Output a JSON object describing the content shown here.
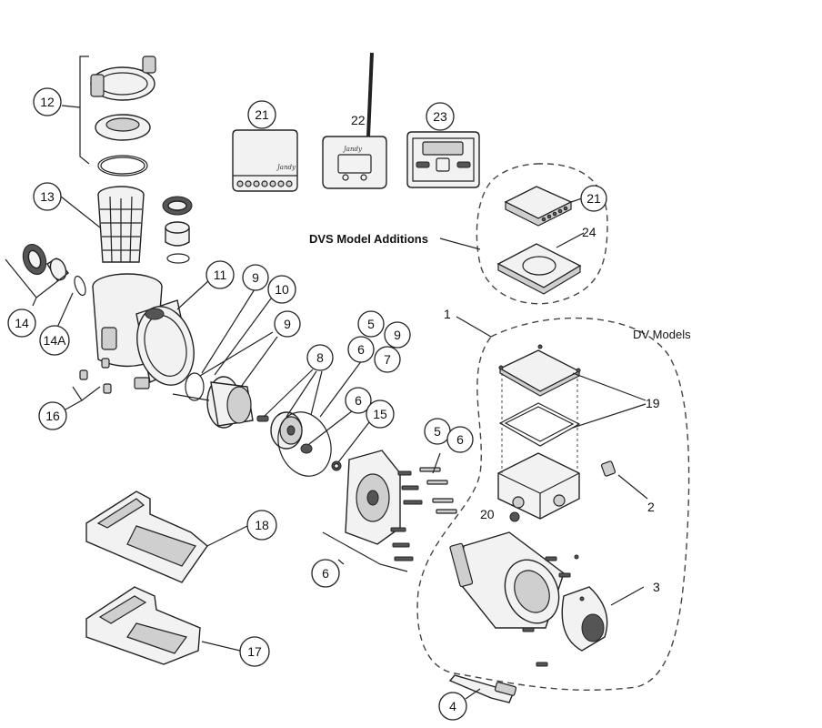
{
  "diagram": {
    "labels": {
      "dvs_additions": "DVS Model Additions",
      "dv_models": "DV Models"
    },
    "callouts": {
      "c12": "12",
      "c13": "13",
      "c14": "14",
      "c14a": "14A",
      "c16": "16",
      "c11": "11",
      "c9a": "9",
      "c10": "10",
      "c9b": "9",
      "c8": "8",
      "c5a": "5",
      "c9c": "9",
      "c6a": "6",
      "c7": "7",
      "c6b": "6",
      "c15": "15",
      "c5b": "5",
      "c6c": "6",
      "c6d": "6",
      "c18": "18",
      "c17": "17",
      "c21a": "21",
      "c22": "22",
      "c23": "23",
      "c21b": "21",
      "c24": "24",
      "c1": "1",
      "c19": "19",
      "c2": "2",
      "c20": "20",
      "c3": "3",
      "c4": "4"
    },
    "logo_text": "Jandy"
  }
}
